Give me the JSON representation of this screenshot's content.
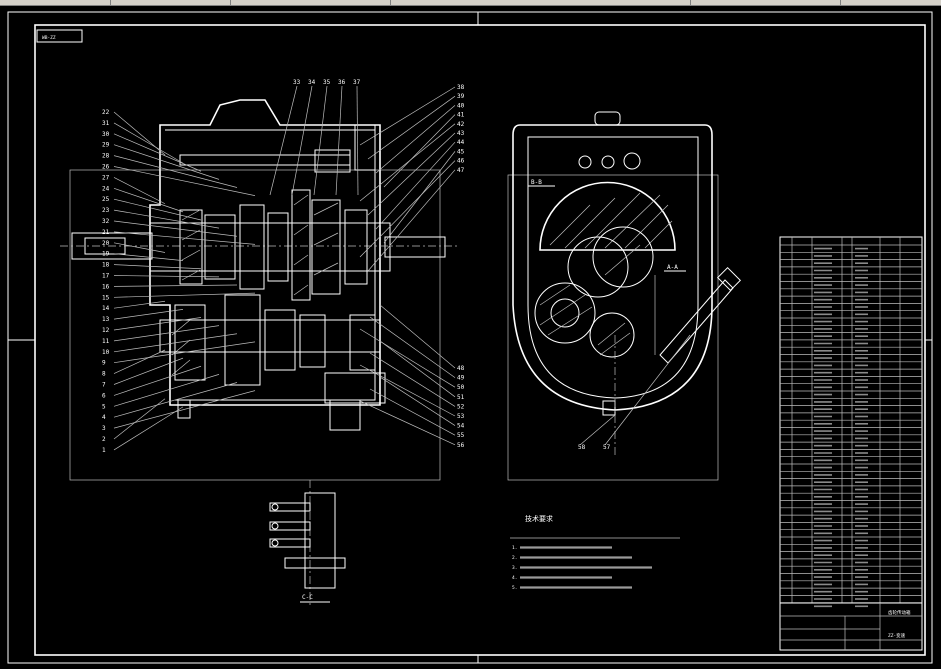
{
  "drawing_code": "WB-ZZ",
  "left_labels": [
    "22",
    "31",
    "30",
    "29",
    "28",
    "26",
    "27",
    "24",
    "25",
    "23",
    "32",
    "21",
    "20",
    "19",
    "18",
    "17",
    "16",
    "15",
    "14",
    "13",
    "12",
    "11",
    "10",
    "9",
    "8",
    "7",
    "6",
    "5",
    "4",
    "3",
    "2",
    "1"
  ],
  "top_labels": [
    "33",
    "34",
    "35",
    "36",
    "37"
  ],
  "right_labels_upper": [
    "38",
    "39",
    "40",
    "41",
    "42",
    "43",
    "44",
    "45",
    "46",
    "47"
  ],
  "right_labels_lower": [
    "48",
    "49",
    "50",
    "51",
    "52",
    "53",
    "54",
    "55",
    "56"
  ],
  "bottom_labels": [
    "58",
    "57"
  ],
  "section_labels": {
    "bb": "B-B",
    "aa": "A-A",
    "cc": "C-C"
  },
  "tech_requirements": {
    "title": "技术要求",
    "items": [
      "1.",
      "2.",
      "3.",
      "4.",
      "5."
    ]
  },
  "title_block": {
    "name": "齿轮传动箱",
    "code": "ZZ-变速"
  },
  "colors": {
    "background": "#000000",
    "lines": "#ffffff",
    "toolbar": "#d4d0c8"
  }
}
